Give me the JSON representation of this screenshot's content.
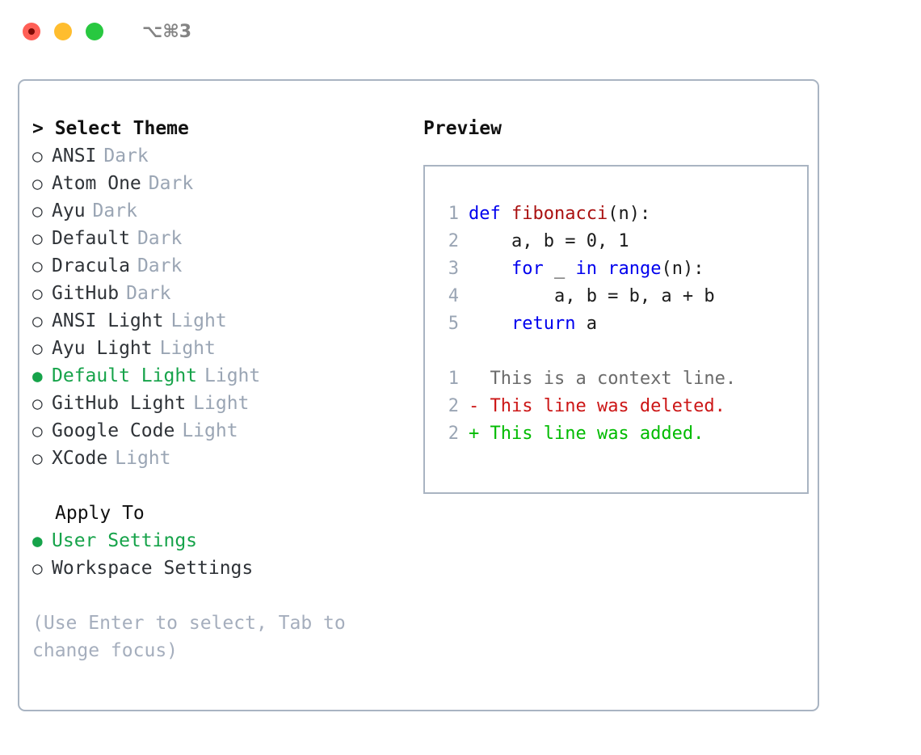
{
  "window": {
    "shortcut": "⌥⌘3",
    "traffic_lights": [
      {
        "name": "close",
        "color": "#ff5f56"
      },
      {
        "name": "minimize",
        "color": "#ffbd2e"
      },
      {
        "name": "maximize",
        "color": "#28c840"
      }
    ]
  },
  "theme_picker": {
    "header": "> Select Theme",
    "items": [
      {
        "bullet": "○",
        "label": "ANSI",
        "category": "Dark",
        "selected": false
      },
      {
        "bullet": "○",
        "label": "Atom One",
        "category": "Dark",
        "selected": false
      },
      {
        "bullet": "○",
        "label": "Ayu",
        "category": "Dark",
        "selected": false
      },
      {
        "bullet": "○",
        "label": "Default",
        "category": "Dark",
        "selected": false
      },
      {
        "bullet": "○",
        "label": "Dracula",
        "category": "Dark",
        "selected": false
      },
      {
        "bullet": "○",
        "label": "GitHub",
        "category": "Dark",
        "selected": false
      },
      {
        "bullet": "○",
        "label": "ANSI Light",
        "category": "Light",
        "selected": false
      },
      {
        "bullet": "○",
        "label": "Ayu Light",
        "category": "Light",
        "selected": false
      },
      {
        "bullet": "●",
        "label": "Default Light",
        "category": "Light",
        "selected": true
      },
      {
        "bullet": "○",
        "label": "GitHub Light",
        "category": "Light",
        "selected": false
      },
      {
        "bullet": "○",
        "label": "Google Code",
        "category": "Light",
        "selected": false
      },
      {
        "bullet": "○",
        "label": "XCode",
        "category": "Light",
        "selected": false
      }
    ]
  },
  "apply_to": {
    "header": "Apply To",
    "items": [
      {
        "bullet": "●",
        "label": "User Settings",
        "selected": true
      },
      {
        "bullet": "○",
        "label": "Workspace Settings",
        "selected": false
      }
    ]
  },
  "hint": "(Use Enter to select, Tab to change focus)",
  "preview": {
    "title": "Preview",
    "code_lines": [
      {
        "number": "1",
        "tokens": [
          {
            "t": "def",
            "c": "kw"
          },
          {
            "t": " ",
            "c": "plain"
          },
          {
            "t": "fibonacci",
            "c": "fn"
          },
          {
            "t": "(n):",
            "c": "plain"
          }
        ]
      },
      {
        "number": "2",
        "tokens": [
          {
            "t": "    a, b = 0, 1",
            "c": "plain"
          }
        ]
      },
      {
        "number": "3",
        "tokens": [
          {
            "t": "    ",
            "c": "plain"
          },
          {
            "t": "for",
            "c": "kw"
          },
          {
            "t": " _ ",
            "c": "plain"
          },
          {
            "t": "in",
            "c": "kw"
          },
          {
            "t": " ",
            "c": "plain"
          },
          {
            "t": "range",
            "c": "kw"
          },
          {
            "t": "(n):",
            "c": "plain"
          }
        ]
      },
      {
        "number": "4",
        "tokens": [
          {
            "t": "        a, b = b, a + b",
            "c": "plain"
          }
        ]
      },
      {
        "number": "5",
        "tokens": [
          {
            "t": "    ",
            "c": "plain"
          },
          {
            "t": "return",
            "c": "kw"
          },
          {
            "t": " a",
            "c": "plain"
          }
        ]
      }
    ],
    "diff_lines": [
      {
        "number": "1",
        "marker": " ",
        "text": " This is a context line.",
        "kind": "diff-ctx"
      },
      {
        "number": "2",
        "marker": "-",
        "text": " This line was deleted.",
        "kind": "diff-del"
      },
      {
        "number": "2",
        "marker": "+",
        "text": " This line was added.",
        "kind": "diff-add"
      }
    ]
  },
  "colors": {
    "accent_green": "#16a34a",
    "muted_gray": "#9aa5b4",
    "border": "#a9b4c2",
    "keyword_blue": "#0000ee",
    "function_red": "#aa1111",
    "diff_add": "#00bb00",
    "diff_del": "#cc1616"
  }
}
